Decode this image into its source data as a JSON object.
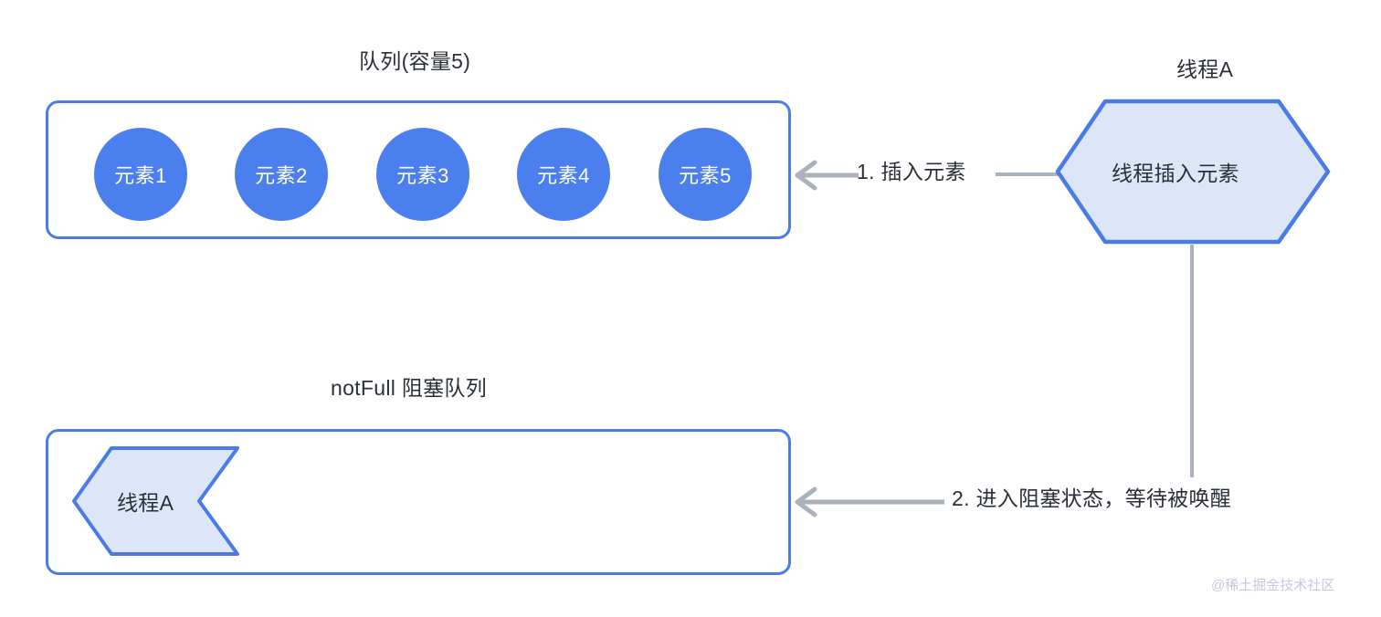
{
  "diagram": {
    "title_top_queue": "队列(容量5)",
    "title_bottom_queue": "notFull 阻塞队列",
    "thread_label_top": "线程A",
    "watermark": "@稀土掘金技术社区",
    "colors": {
      "queue_border": "#4a7ce8",
      "element_fill": "#4c7fee",
      "element_text": "#ffffff",
      "chevron_fill": "#dce6f8",
      "chevron_border": "#4a7ce8",
      "arrow_gray": "#aab2bd",
      "text": "#2b3038",
      "watermark": "#c3cbd9",
      "background": "#ffffff"
    },
    "elements": [
      {
        "label": "元素1"
      },
      {
        "label": "元素2"
      },
      {
        "label": "元素3"
      },
      {
        "label": "元素4"
      },
      {
        "label": "元素5"
      }
    ],
    "chevrons": [
      {
        "label": "线程插入元素"
      },
      {
        "label": "线程A"
      }
    ],
    "steps": [
      {
        "label": "1. 插入元素"
      },
      {
        "label": "2. 进入阻塞状态，等待被唤醒"
      }
    ]
  }
}
